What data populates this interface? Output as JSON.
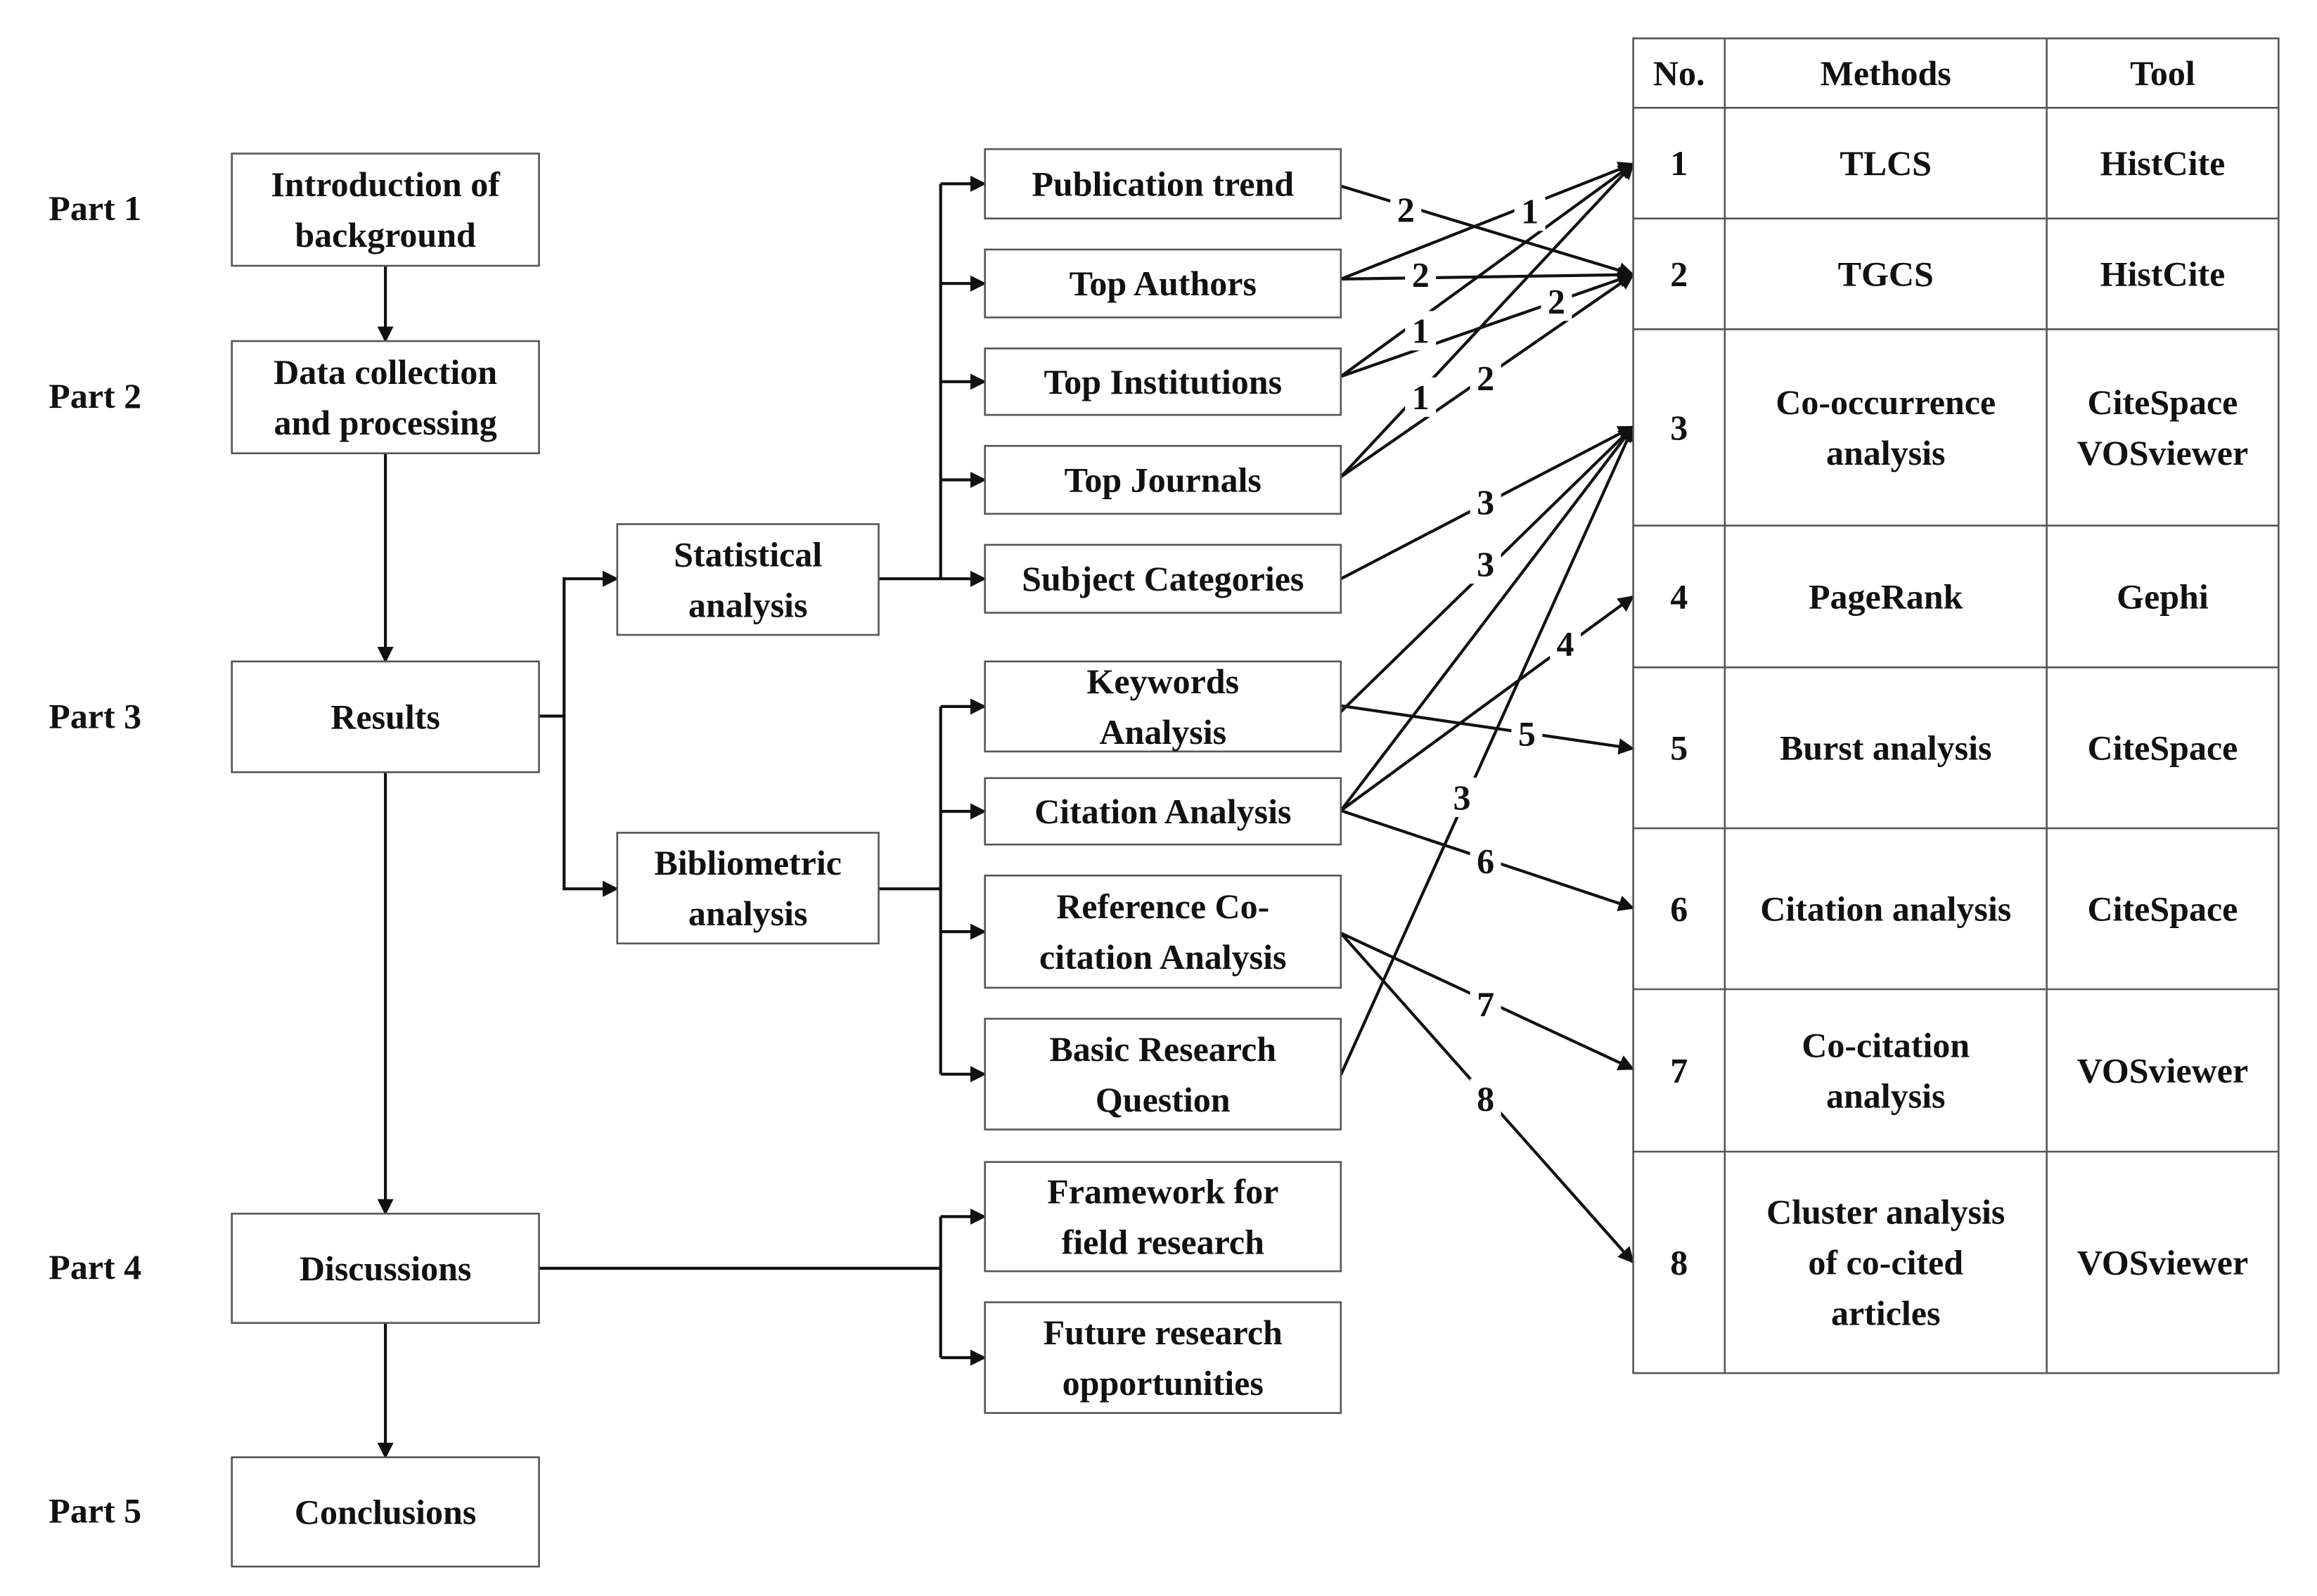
{
  "parts": [
    "Part 1",
    "Part 2",
    "Part 3",
    "Part 4",
    "Part 5"
  ],
  "main_boxes": [
    [
      "Introduction of",
      "background"
    ],
    [
      "Data collection",
      "and processing"
    ],
    [
      "Results"
    ],
    [
      "Discussions"
    ],
    [
      "Conclusions"
    ]
  ],
  "analysis_boxes": [
    [
      "Statistical",
      "analysis"
    ],
    [
      "Bibliometric",
      "analysis"
    ]
  ],
  "statistical_items": [
    [
      "Publication trend"
    ],
    [
      "Top Authors"
    ],
    [
      "Top Institutions"
    ],
    [
      "Top Journals"
    ],
    [
      "Subject Categories"
    ]
  ],
  "bibliometric_items": [
    [
      "Keywords",
      "Analysis"
    ],
    [
      "Citation Analysis"
    ],
    [
      "Reference Co-",
      "citation Analysis"
    ],
    [
      "Basic Research",
      "Question"
    ]
  ],
  "discussion_items": [
    [
      "Framework for",
      "field research"
    ],
    [
      "Future research",
      "opportunities"
    ]
  ],
  "table": {
    "headers": [
      "No.",
      "Methods",
      "Tool"
    ],
    "rows": [
      {
        "no": "1",
        "method": [
          "TLCS"
        ],
        "tool": [
          "HistCite"
        ]
      },
      {
        "no": "2",
        "method": [
          "TGCS"
        ],
        "tool": [
          "HistCite"
        ]
      },
      {
        "no": "3",
        "method": [
          "Co-occurrence",
          "analysis"
        ],
        "tool": [
          "CiteSpace",
          "VOSviewer"
        ]
      },
      {
        "no": "4",
        "method": [
          "PageRank"
        ],
        "tool": [
          "Gephi"
        ]
      },
      {
        "no": "5",
        "method": [
          "Burst analysis"
        ],
        "tool": [
          "CiteSpace"
        ]
      },
      {
        "no": "6",
        "method": [
          "Citation analysis"
        ],
        "tool": [
          "CiteSpace"
        ]
      },
      {
        "no": "7",
        "method": [
          "Co-citation",
          "analysis"
        ],
        "tool": [
          "VOSviewer"
        ]
      },
      {
        "no": "8",
        "method": [
          "Cluster analysis",
          "of co-cited",
          "articles"
        ],
        "tool": [
          "VOSviewer"
        ]
      }
    ]
  },
  "link_labels": [
    "2",
    "1",
    "2",
    "2",
    "1",
    "1",
    "2",
    "3",
    "3",
    "5",
    "4",
    "6",
    "7",
    "8",
    "3"
  ],
  "colors": {
    "line": "#111111",
    "box_border": "#555555",
    "text": "#111111"
  }
}
